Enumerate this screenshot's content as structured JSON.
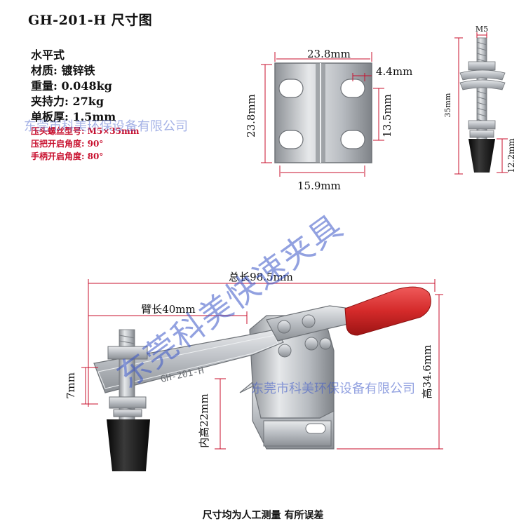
{
  "title": "GH-201-H  尺寸图",
  "specs": [
    "水平式",
    "材质: 镀锌铁",
    "重量: 0.048kg",
    "夹持力: 27kg",
    "单板厚: 1.5mm"
  ],
  "specs_red": [
    "压头螺丝型号: M5×35mm",
    "压把开启角度: 90°",
    "手柄开启角度: 80°"
  ],
  "base_plate_dims": {
    "width_top": "23.8mm",
    "height_left": "23.8mm",
    "slot_offset": "4.4mm",
    "slot_spacing": "13.5mm",
    "slot_width_bottom": "15.9mm"
  },
  "spindle_dims": {
    "thread": "M5",
    "length": "35mm",
    "cap_height": "12.2mm"
  },
  "clamp_dims": {
    "total_length": "总长98.5mm",
    "arm_length": "臂长40mm",
    "total_height": "高34.6mm",
    "inner_height": "内高22mm",
    "arm_thickness": "7mm"
  },
  "arm_stamp": "GH-201-H",
  "watermark": {
    "diagonal": "东莞科美快速夹具",
    "horizontal_1": "东莞市科美环保设备有限公司",
    "horizontal_2": "东莞市科美环保设备有限公司"
  },
  "footer": "尺寸均为人工测量  有所误差",
  "colors": {
    "handle_red": "#d42a2a",
    "metal": "#c9ccd0",
    "rubber": "#1a1a1a",
    "dimension_line": "#c8102e",
    "watermark": "#3a56c8"
  }
}
